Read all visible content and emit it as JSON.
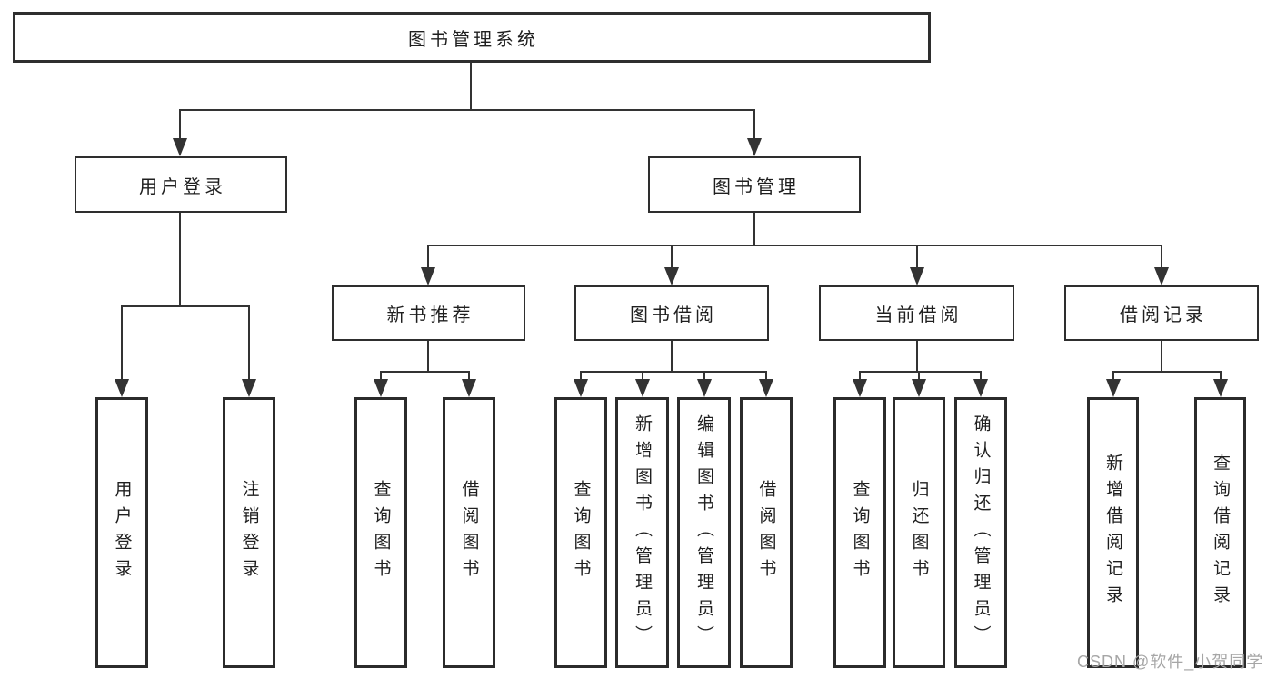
{
  "diagram": {
    "type": "tree",
    "root": {
      "label": "图书管理系统"
    },
    "level2": [
      {
        "label": "用户登录"
      },
      {
        "label": "图书管理"
      }
    ],
    "level3": [
      {
        "label": "新书推荐"
      },
      {
        "label": "图书借阅"
      },
      {
        "label": "当前借阅"
      },
      {
        "label": "借阅记录"
      }
    ],
    "leaves": [
      {
        "label": "用户登录",
        "parent": "用户登录"
      },
      {
        "label": "注销登录",
        "parent": "用户登录"
      },
      {
        "label": "查询图书",
        "parent": "新书推荐"
      },
      {
        "label": "借阅图书",
        "parent": "新书推荐"
      },
      {
        "label": "查询图书",
        "parent": "图书借阅"
      },
      {
        "label": "新增图书（管理员）",
        "parent": "图书借阅"
      },
      {
        "label": "编辑图书（管理员）",
        "parent": "图书借阅"
      },
      {
        "label": "借阅图书",
        "parent": "图书借阅"
      },
      {
        "label": "查询图书",
        "parent": "当前借阅"
      },
      {
        "label": "归还图书",
        "parent": "当前借阅"
      },
      {
        "label": "确认归还（管理员）",
        "parent": "当前借阅"
      },
      {
        "label": "新增借阅记录",
        "parent": "借阅记录"
      },
      {
        "label": "查询借阅记录",
        "parent": "借阅记录"
      }
    ]
  },
  "watermark": {
    "text": "CSDN @软件_小贺同学"
  },
  "colors": {
    "line": "#333333",
    "box_border": "#2e2e2e",
    "text": "#1f1f1f",
    "watermark": "#a6a6a6",
    "background": "#ffffff"
  }
}
